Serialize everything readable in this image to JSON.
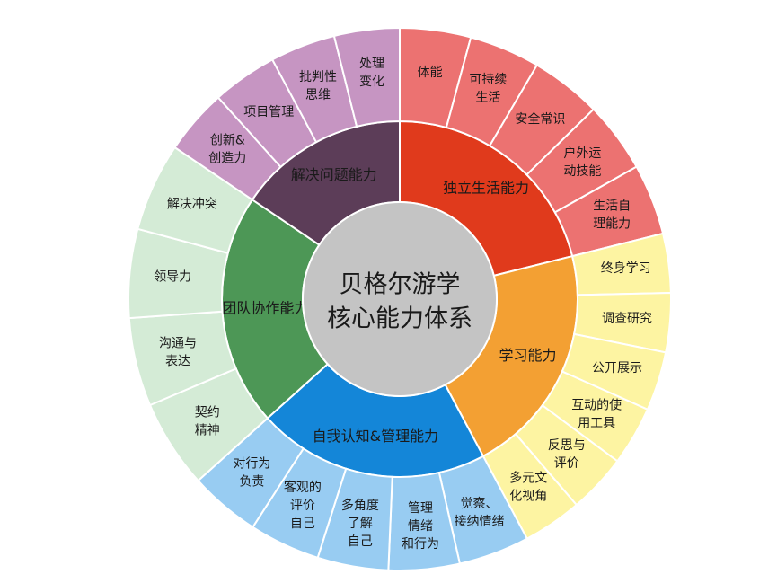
{
  "center": {
    "lines": [
      "贝格尔游学",
      "核心能力体系"
    ],
    "color": "#c4c4c4"
  },
  "categories": [
    {
      "id": "independent-living",
      "label": "独立生活能力",
      "color": "#e03a1c",
      "light": "#ec7271",
      "items": [
        [
          "体能"
        ],
        [
          "可持续",
          "生活"
        ],
        [
          "安全常识"
        ],
        [
          "户外运",
          "动技能"
        ],
        [
          "生活自",
          "理能力"
        ]
      ]
    },
    {
      "id": "learning",
      "label": "学习能力",
      "color": "#f3a033",
      "light": "#fdf4a2",
      "items": [
        [
          "终身学习"
        ],
        [
          "调查研究"
        ],
        [
          "公开展示"
        ],
        [
          "互动的使",
          "用工具"
        ],
        [
          "反思与",
          "评价"
        ],
        [
          "多元文",
          "化视角"
        ]
      ]
    },
    {
      "id": "self-awareness",
      "label": "自我认知&管理能力",
      "color": "#1486d8",
      "light": "#98ccf2",
      "items": [
        [
          "觉察、",
          "接纳情绪"
        ],
        [
          "管理",
          "情绪",
          "和行为"
        ],
        [
          "多角度",
          "了解",
          "自己"
        ],
        [
          "客观的",
          "评价",
          "自己"
        ],
        [
          "对行为",
          "负责"
        ]
      ]
    },
    {
      "id": "teamwork",
      "label": "团队协作能力",
      "color": "#4d9756",
      "light": "#d4ebd6",
      "items": [
        [
          "契约",
          "精神"
        ],
        [
          "沟通与",
          "表达"
        ],
        [
          "领导力"
        ],
        [
          "解决冲突"
        ]
      ]
    },
    {
      "id": "problem-solving",
      "label": "解决问题能力",
      "color": "#5c3d58",
      "light": "#c695c2",
      "items": [
        [
          "创新&",
          "创造力"
        ],
        [
          "项目管理"
        ],
        [
          "批判性",
          "思维"
        ],
        [
          "处理",
          "变化"
        ]
      ]
    }
  ]
}
